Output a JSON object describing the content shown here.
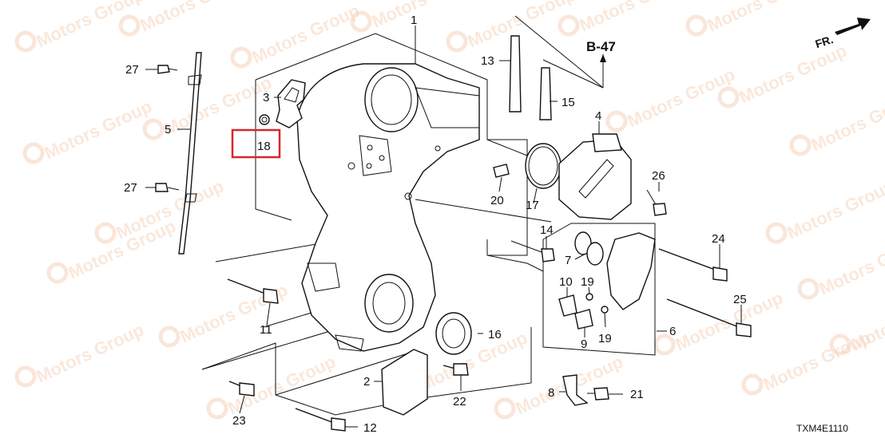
{
  "diagram": {
    "reference_tag": "B-47",
    "direction_tag": "FR.",
    "drawing_code": "TXM4E1110",
    "watermark_text": "Motors Group",
    "highlight_color": "#d8262a",
    "callouts": [
      "1",
      "2",
      "3",
      "4",
      "5",
      "6",
      "7",
      "8",
      "9",
      "10",
      "11",
      "12",
      "13",
      "14",
      "15",
      "16",
      "17",
      "18",
      "19",
      "19",
      "20",
      "21",
      "22",
      "23",
      "24",
      "25",
      "26",
      "27",
      "27"
    ],
    "highlighted_part": "18"
  }
}
